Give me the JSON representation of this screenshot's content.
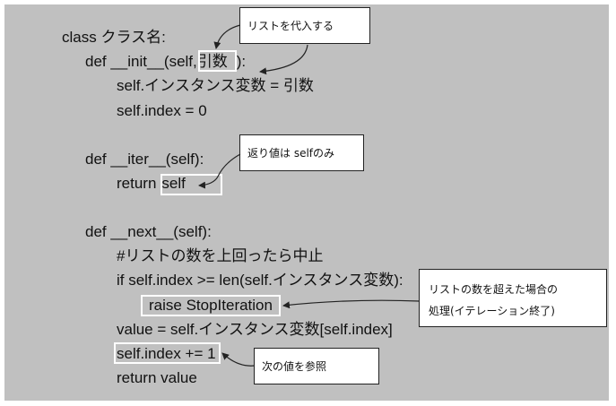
{
  "code": {
    "class_line": "class クラス名:",
    "init_def_a": "def __init__(self,",
    "init_def_arg": "引数",
    "init_def_b": "):",
    "init_body_1": "self.インスタンス変数 = 引数",
    "init_body_2": "self.index = 0",
    "iter_def": "def __iter__(self):",
    "iter_return_kw": "return",
    "iter_return_val": "self",
    "next_def": "def __next__(self):",
    "next_comment": "#リストの数を上回ったら中止",
    "next_if": "if self.index >= len(self.インスタンス変数):",
    "next_raise": "raise StopIteration",
    "next_value": "value = self.インスタンス変数[self.index]",
    "next_increment": "self.index += 1",
    "next_return": "return value"
  },
  "callouts": {
    "assign_list": "リストを代入する",
    "returns_self": "返り値は selfのみ",
    "exceed_line1": "リストの数を超えた場合の",
    "exceed_line2": "処理(イテレーション終了)",
    "next_value_ref": "次の値を参照"
  },
  "colors": {
    "panel": "#c0c0c0",
    "highlight_border": "#ffffff",
    "callout_border": "#222222"
  }
}
